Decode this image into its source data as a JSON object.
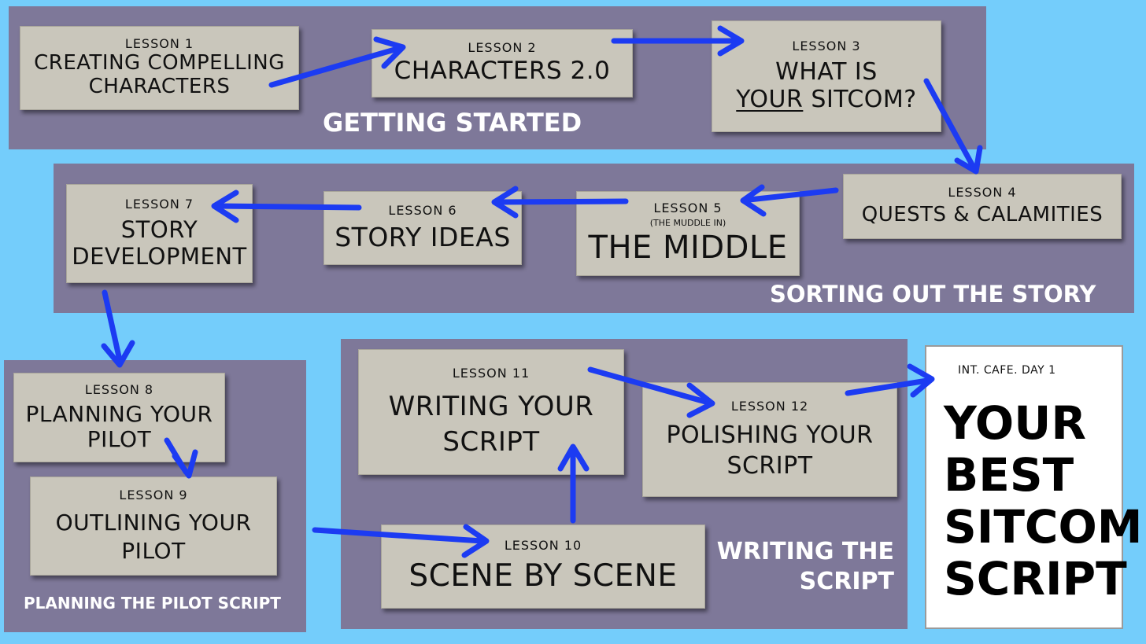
{
  "sections": {
    "getting_started": "GETTING STARTED",
    "sorting_story": "SORTING OUT THE STORY",
    "planning_pilot": "PLANNING THE PILOT SCRIPT",
    "writing_script_1": "WRITING THE",
    "writing_script_2": "SCRIPT"
  },
  "lessons": {
    "l1": {
      "label": "LESSON 1",
      "line1": "CREATING COMPELLING",
      "line2": "CHARACTERS"
    },
    "l2": {
      "label": "LESSON 2",
      "line1": "CHARACTERS 2.0"
    },
    "l3": {
      "label": "LESSON 3",
      "line1": "WHAT IS",
      "line2_underlined": "YOUR",
      "line2_rest": " SITCOM?"
    },
    "l4": {
      "label": "LESSON 4",
      "line1": "QUESTS & CALAMITIES"
    },
    "l5": {
      "label": "LESSON 5",
      "note": "(THE MUDDLE IN)",
      "line1": "THE MIDDLE"
    },
    "l6": {
      "label": "LESSON 6",
      "line1": "STORY IDEAS"
    },
    "l7": {
      "label": "LESSON 7",
      "line1": "STORY",
      "line2": "DEVELOPMENT"
    },
    "l8": {
      "label": "LESSON 8",
      "line1": "PLANNING YOUR",
      "line2": "PILOT"
    },
    "l9": {
      "label": "LESSON 9",
      "line1": "OUTLINING YOUR",
      "line2": "PILOT"
    },
    "l10": {
      "label": "LESSON 10",
      "line1": "SCENE BY SCENE"
    },
    "l11": {
      "label": "LESSON 11",
      "line1": "WRITING YOUR",
      "line2": "SCRIPT"
    },
    "l12": {
      "label": "LESSON 12",
      "line1": "POLISHING YOUR",
      "line2": "SCRIPT"
    }
  },
  "script": {
    "slug": "INT. CAFE. DAY 1",
    "line1": "YOUR",
    "line2": "BEST",
    "line3": "SITCOM",
    "line4": "SCRIPT"
  },
  "colors": {
    "background": "#74cdfb",
    "section": "#7e7899",
    "card": "#c9c6bb",
    "arrow": "#1c3bf2"
  }
}
